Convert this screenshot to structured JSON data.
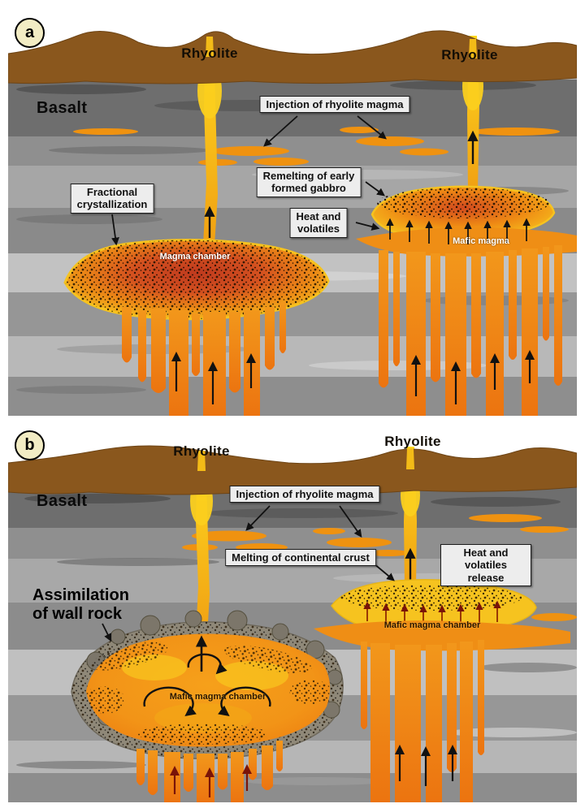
{
  "figure": {
    "panel_a": {
      "badge": "a",
      "rhyolite_left": "Rhyolite",
      "rhyolite_right": "Rhyolite",
      "basalt": "Basalt",
      "injection_label": "Injection of rhyolite magma",
      "fractional_label": "Fractional\ncrystallization",
      "remelting_label": "Remelting of early\nformed gabbro",
      "heat_label": "Heat and\nvolatiles",
      "mafic_magma_label": "Mafic magma",
      "magma_chamber_label": "Magma chamber"
    },
    "panel_b": {
      "badge": "b",
      "rhyolite_left": "Rhyolite",
      "rhyolite_right": "Rhyolite",
      "basalt": "Basalt",
      "injection_label": "Injection of rhyolite magma",
      "melting_label": "Melting of continental crust",
      "heat_release_label": "Heat and volatiles release",
      "assimilation_label": "Assimilation\nof wall rock",
      "mafic_chamber_left_label": "Mafic magma chamber",
      "mafic_chamber_right_label": "Mafic magma chamber"
    },
    "colors": {
      "terrain_brown": "#8a571d",
      "crust_gray": "#b3b3b3",
      "basalt_dark": "#6e6e6e",
      "magma_yellow": "#f6c31f",
      "magma_orange": "#ef8e15",
      "chamber_red": "#c43a1e",
      "label_box_bg": "#ededed"
    }
  }
}
